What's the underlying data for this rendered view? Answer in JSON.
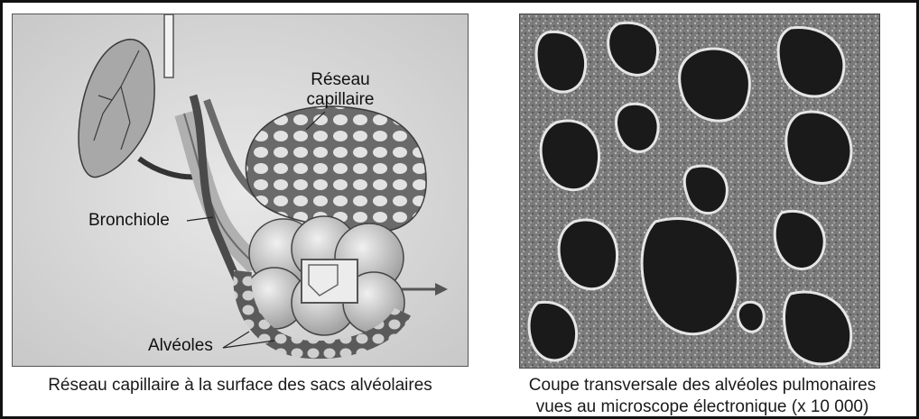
{
  "left_figure": {
    "labels": {
      "reseau_line1": "Réseau",
      "reseau_line2": "capillaire",
      "bronchiole": "Bronchiole",
      "alveoles": "Alvéoles"
    },
    "caption": "Réseau capillaire à la surface des sacs alvéolaires"
  },
  "right_figure": {
    "caption_line1": "Coupe transversale des alvéoles pulmonaires",
    "caption_line2": "vues au microscope électronique (x 10 000)"
  }
}
